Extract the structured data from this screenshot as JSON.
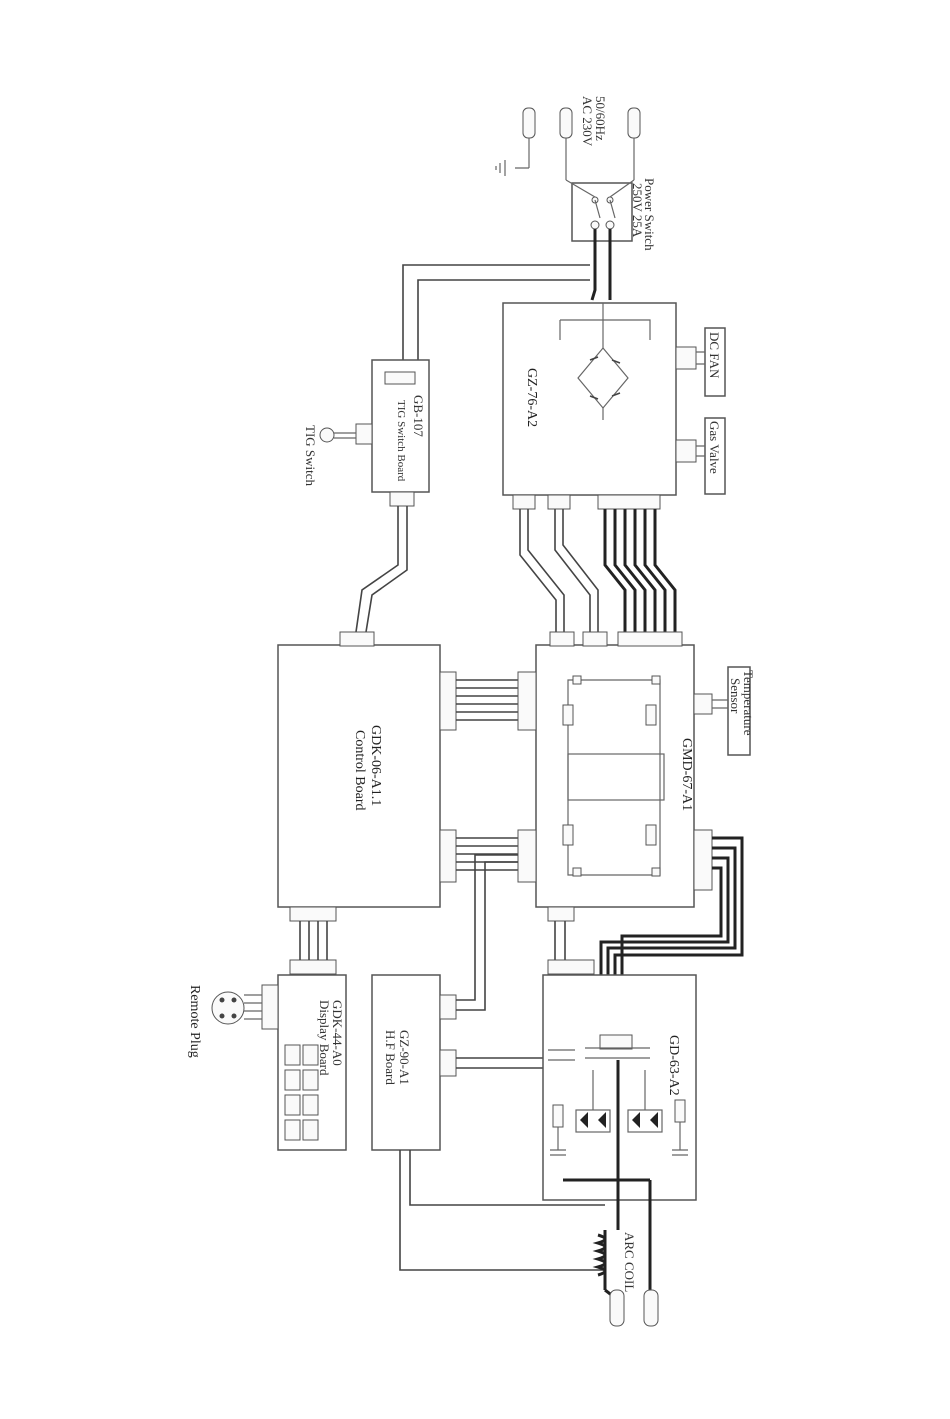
{
  "labels": {
    "ac_input": "AC 230V",
    "ac_freq": "50/60Hz",
    "power_switch": "Power Switch",
    "power_switch_rating": "250V 25A",
    "gz76": "GZ-76-A2",
    "dc_fan": "DC FAN",
    "gas_valve": "Gas Valve",
    "gb107": "GB-107",
    "gb107_sub": "TIG Switch Board",
    "tig_switch": "TIG Switch",
    "control_board": "GDK-06-A1.1",
    "control_board_sub": "Control Board",
    "gmd": "GMD-67-A1",
    "temp_sensor": "Temperature",
    "temp_sensor_2": "Sensor",
    "display_board": "GDK-44-A0",
    "display_board_sub": "Display Board",
    "remote_plug": "Remote Plug",
    "hf_board": "GZ-90-A1",
    "hf_board_sub": "H.F Board",
    "gd63": "GD-63-A2",
    "arc_coil": "ARC COIL"
  }
}
